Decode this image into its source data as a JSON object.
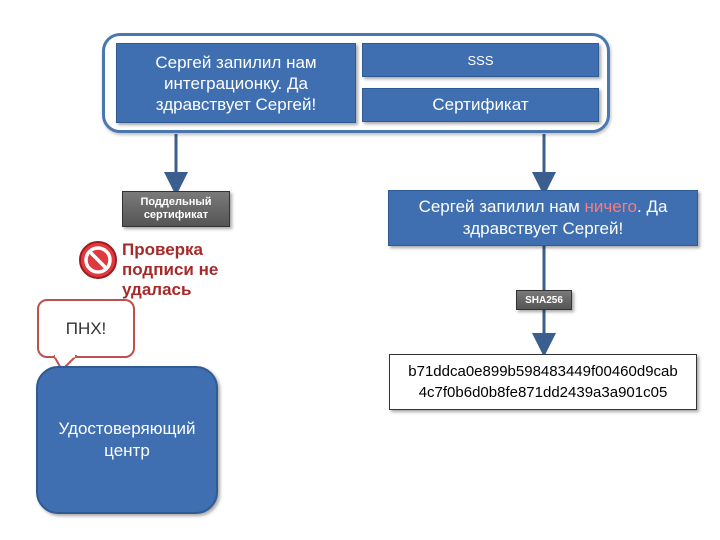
{
  "top_group": {
    "box1_line1": "Сергей запилил нам",
    "box1_line2": "интеграционку. Да",
    "box1_line3": "здравствует Сергей!",
    "sss": "SSS",
    "certificate": "Сертификат"
  },
  "fake_cert": {
    "line1": "Поддельный",
    "line2": "сертификат"
  },
  "warning": {
    "line1": "Проверка",
    "line2": "подписи не",
    "line3": "удалась"
  },
  "bubble": {
    "text": "ПНХ!"
  },
  "ca": {
    "line1": "Удостоверяющий",
    "line2": "центр"
  },
  "message": {
    "part1": "Сергей запилил нам ",
    "accent": "ничего",
    "part2": ". Да",
    "line2": "здравствует Сергей!"
  },
  "sha": {
    "label": "SHA256"
  },
  "hash": {
    "line1": "b71ddca0e899b598483449f00460d9cab",
    "line2": "4c7f0b6d0b8fe871dd2439a3a901c05"
  },
  "colors": {
    "box_blue": "#3f6fb0",
    "arrow_blue": "#3a5f8f",
    "warning_red": "#a52a2a",
    "accent_red": "#ff7a7a"
  },
  "icons": {
    "warning": "prohibited-icon"
  }
}
